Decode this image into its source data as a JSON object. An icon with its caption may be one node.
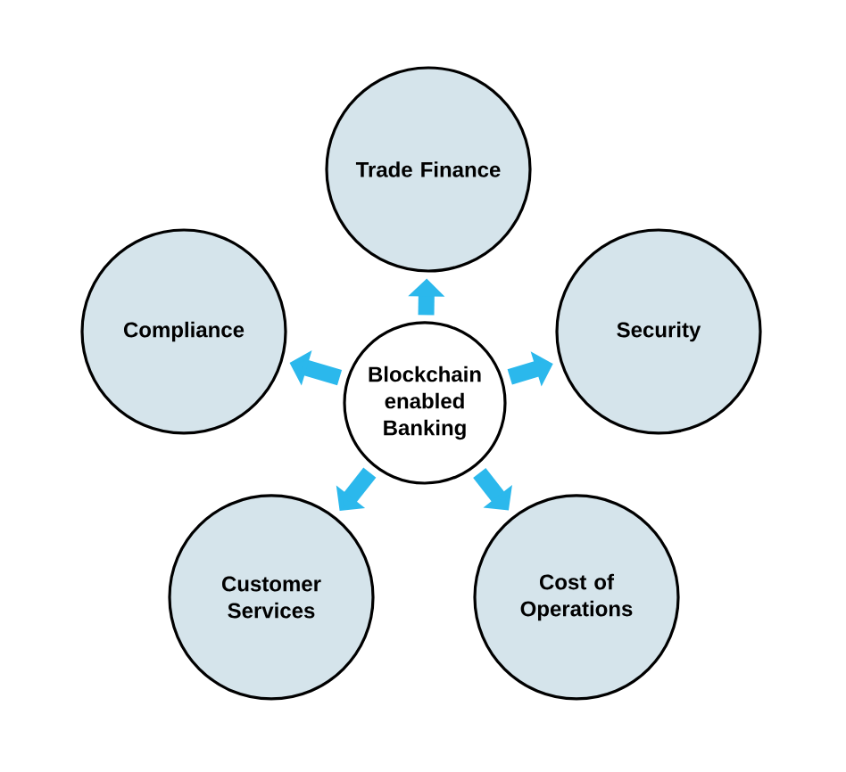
{
  "diagram": {
    "nodes": [
      {
        "text": [
          "Blockchain enabled Banking"
        ]
      },
      {
        "text": [
          "Trade Finance"
        ]
      },
      {
        "text": [
          "Compliance"
        ]
      },
      {
        "text": [
          "Security"
        ]
      },
      {
        "text": [
          "Customer Services"
        ]
      },
      {
        "text": [
          "Cost of Operations"
        ]
      }
    ],
    "edges": [
      {
        "from": 0,
        "to": 1,
        "arrow": "to"
      },
      {
        "from": 0,
        "to": 2,
        "arrow": "to"
      },
      {
        "from": 0,
        "to": 3,
        "arrow": "to"
      },
      {
        "from": 0,
        "to": 4,
        "arrow": "to"
      },
      {
        "from": 0,
        "to": 5,
        "arrow": "to"
      }
    ]
  }
}
